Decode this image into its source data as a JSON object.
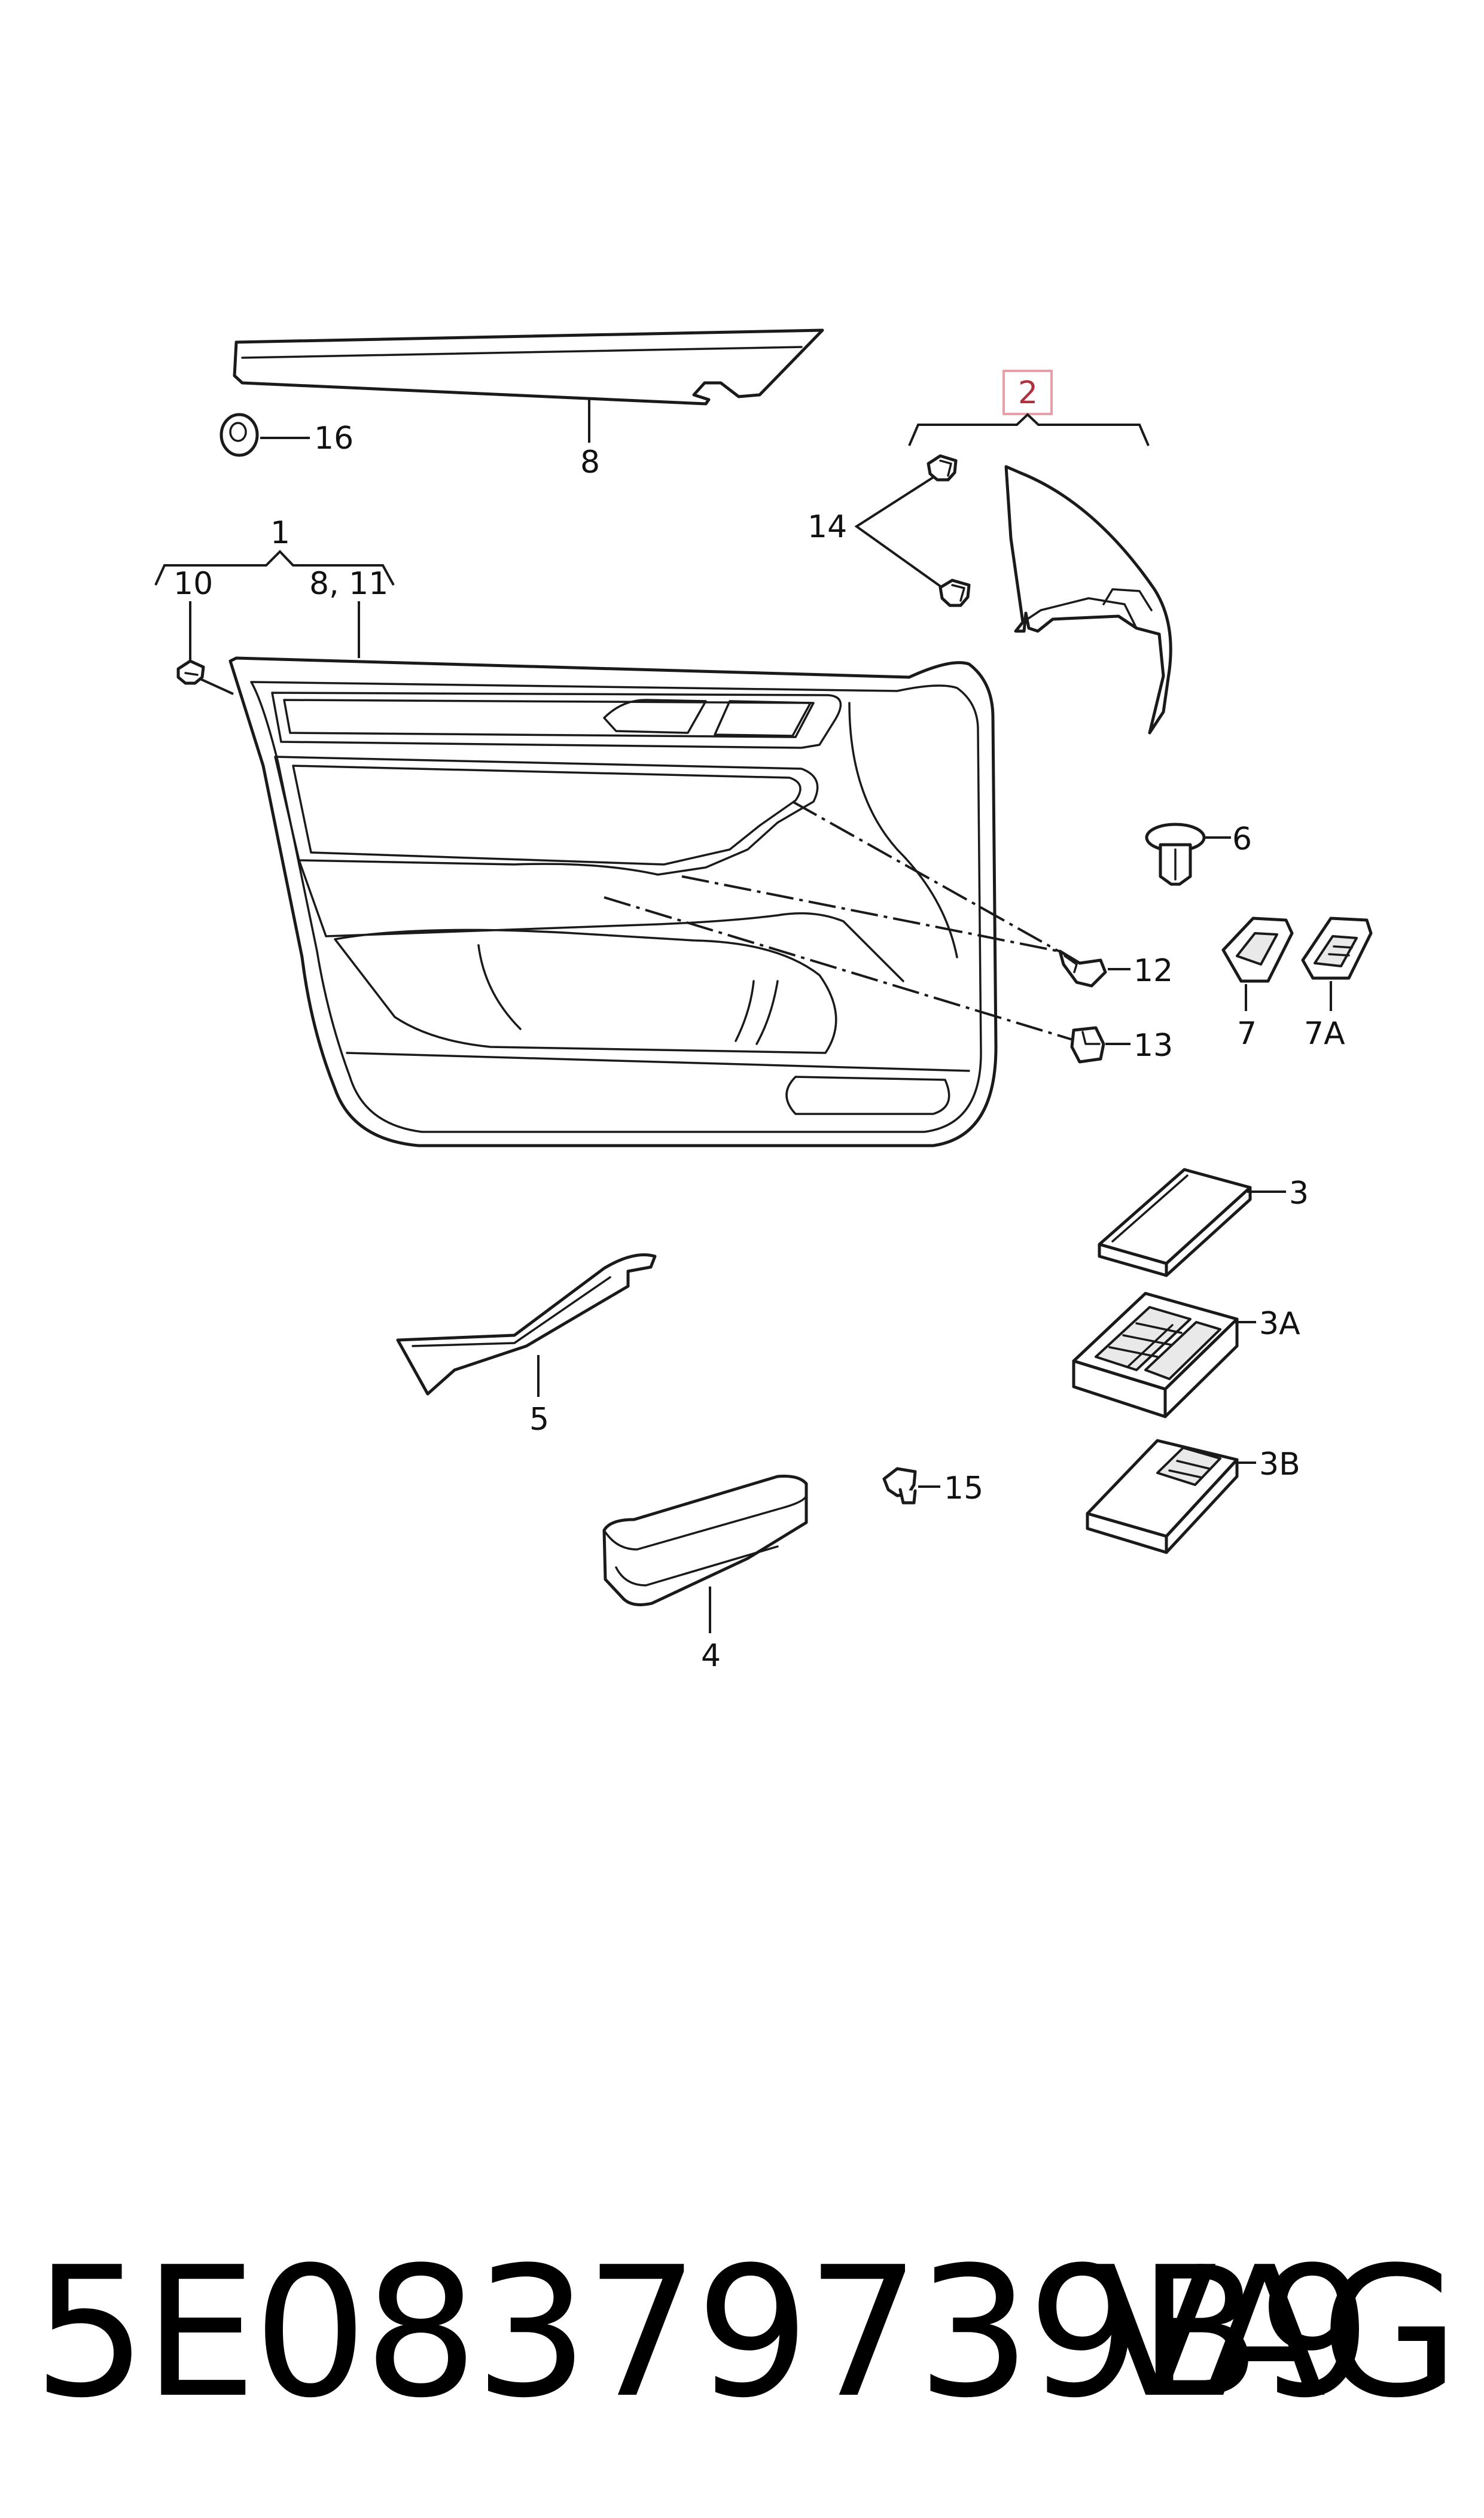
{
  "callouts": {
    "c1": "1",
    "c2": "2",
    "c3": "3",
    "c3a": "3A",
    "c3b": "3B",
    "c4": "4",
    "c5": "5",
    "c6": "6",
    "c7": "7",
    "c7a": "7A",
    "c8": "8",
    "c8_11": "8, 11",
    "c10": "10",
    "c12": "12",
    "c13": "13",
    "c14": "14",
    "c15": "15",
    "c16": "16"
  },
  "footer": {
    "part_number": "5E08379739B9",
    "brand": "VAG"
  },
  "colors": {
    "line": "#1a1a1a",
    "highlight_box": "#e8a0a8",
    "highlight_text": "#b03040",
    "background": "#ffffff"
  }
}
